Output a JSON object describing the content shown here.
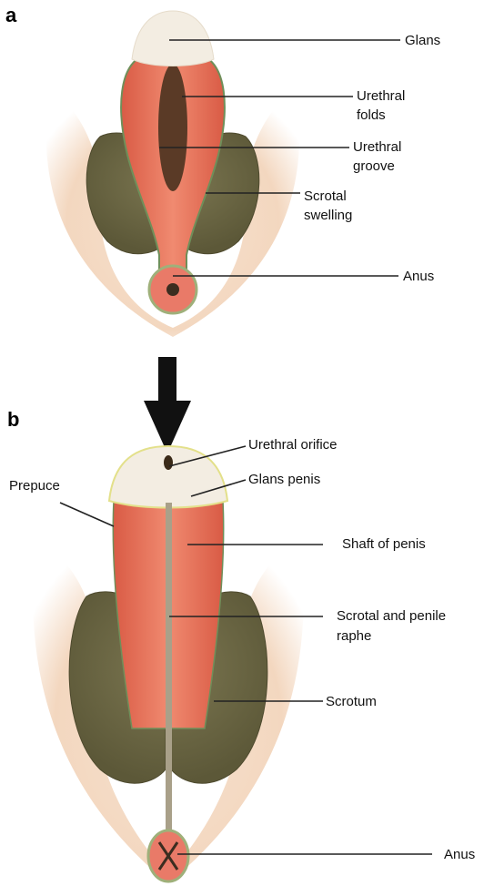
{
  "panels": {
    "a": {
      "letter": "a",
      "labels": {
        "glans": "Glans",
        "urethral_folds_1": "Urethral",
        "urethral_folds_2": "folds",
        "urethral_groove_1": "Urethral",
        "urethral_groove_2": "groove",
        "scrotal_swelling_1": "Scrotal",
        "scrotal_swelling_2": "swelling",
        "anus": "Anus"
      }
    },
    "b": {
      "letter": "b",
      "labels": {
        "urethral_orifice": "Urethral orifice",
        "glans_penis": "Glans penis",
        "prepuce": "Prepuce",
        "shaft": "Shaft of penis",
        "raphe_1": "Scrotal and penile",
        "raphe_2": "raphe",
        "scrotum": "Scrotum",
        "anus": "Anus"
      }
    }
  },
  "colors": {
    "skin": "#f3d9c2",
    "glans": "#f4eee2",
    "fold": "#e9735c",
    "swelling": "#6e6a45",
    "anus": "#e97a68",
    "raphe": "#a9a089",
    "leader": "#222222"
  }
}
